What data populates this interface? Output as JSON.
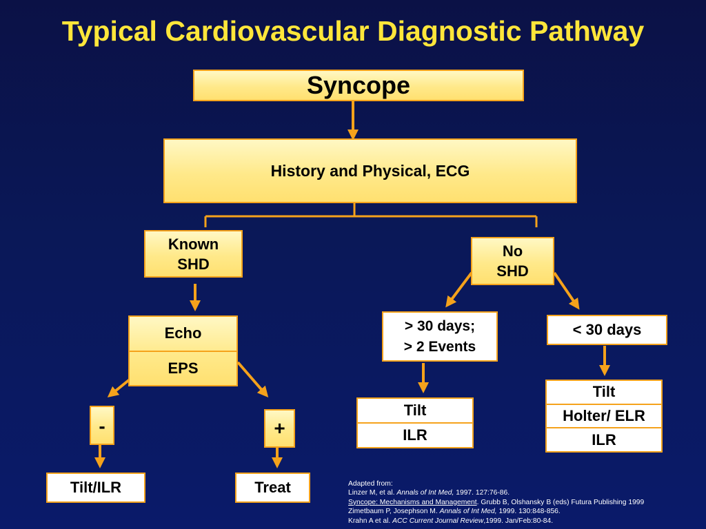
{
  "title": "Typical Cardiovascular Diagnostic Pathway",
  "nodes": {
    "syncope": "Syncope",
    "history": "History and Physical, ECG",
    "known_shd": "Known\nSHD",
    "no_shd": "No\nSHD",
    "echo": "Echo",
    "eps": "EPS",
    "minus": "-",
    "plus": "+",
    "tilt_ilr": "Tilt/ILR",
    "treat": "Treat",
    "over_30": "> 30 days;\n> 2 Events",
    "under_30": "< 30 days",
    "tilt_a": "Tilt",
    "ilr_a": "ILR",
    "tilt_b": "Tilt",
    "holter": "Holter/ ELR",
    "ilr_b": "ILR"
  },
  "references": {
    "heading": "Adapted from:",
    "ref1_pre": "Linzer M, et al. ",
    "ref1_journal": "Annals of Int Med,",
    "ref1_post": " 1997. 127:76-86.",
    "ref2_title": "Syncope: Mechanisms and Management",
    "ref2_post": ". Grubb B, Olshansky B (eds) Futura Publishing 1999",
    "ref3_pre": "Zimetbaum P, Josephson  M. ",
    "ref3_journal": "Annals of Int Med,",
    "ref3_post": " 1999. 130:848-856.",
    "ref4_pre": "Krahn A et al. ",
    "ref4_journal": "ACC Current Journal Review",
    "ref4_post": ",1999. Jan/Feb:80-84."
  },
  "colors": {
    "background": "#0a1858",
    "title": "#ffe63a",
    "connector": "#f5a21b",
    "box_yellow": "#ffe98a",
    "box_white": "#ffffff"
  }
}
